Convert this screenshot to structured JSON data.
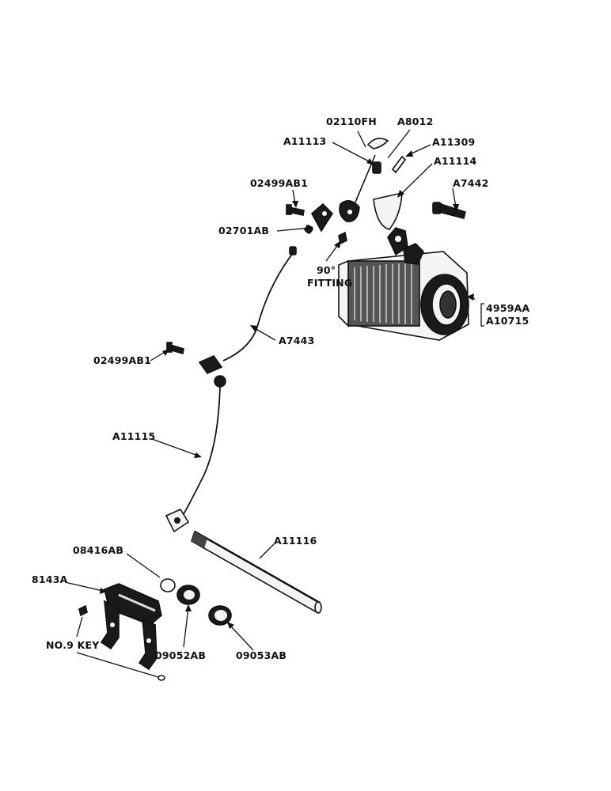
{
  "labels": {
    "p02110FH": "02110FH",
    "pA8012": "A8012",
    "pA11113": "A11113",
    "pA11309": "A11309",
    "pA11114": "A11114",
    "pA7442": "A7442",
    "p02499AB1_top": "02499AB1",
    "p02701AB": "02701AB",
    "p90_line1": "90°",
    "p90_line2": "FITTING",
    "p4959AA": "4959AA",
    "pA10715": "A10715",
    "pA7443": "A7443",
    "p02499AB1_mid": "02499AB1",
    "pA11115": "A11115",
    "pA11116": "A11116",
    "p08416AB": "08416AB",
    "p8143A": "8143A",
    "pNo9Key": "NO.9 KEY",
    "p09052AB": "09052AB",
    "p09053AB": "09053AB"
  },
  "colors": {
    "ink": "#111111",
    "paper": "#ffffff",
    "shade": "#8a8a8a"
  }
}
